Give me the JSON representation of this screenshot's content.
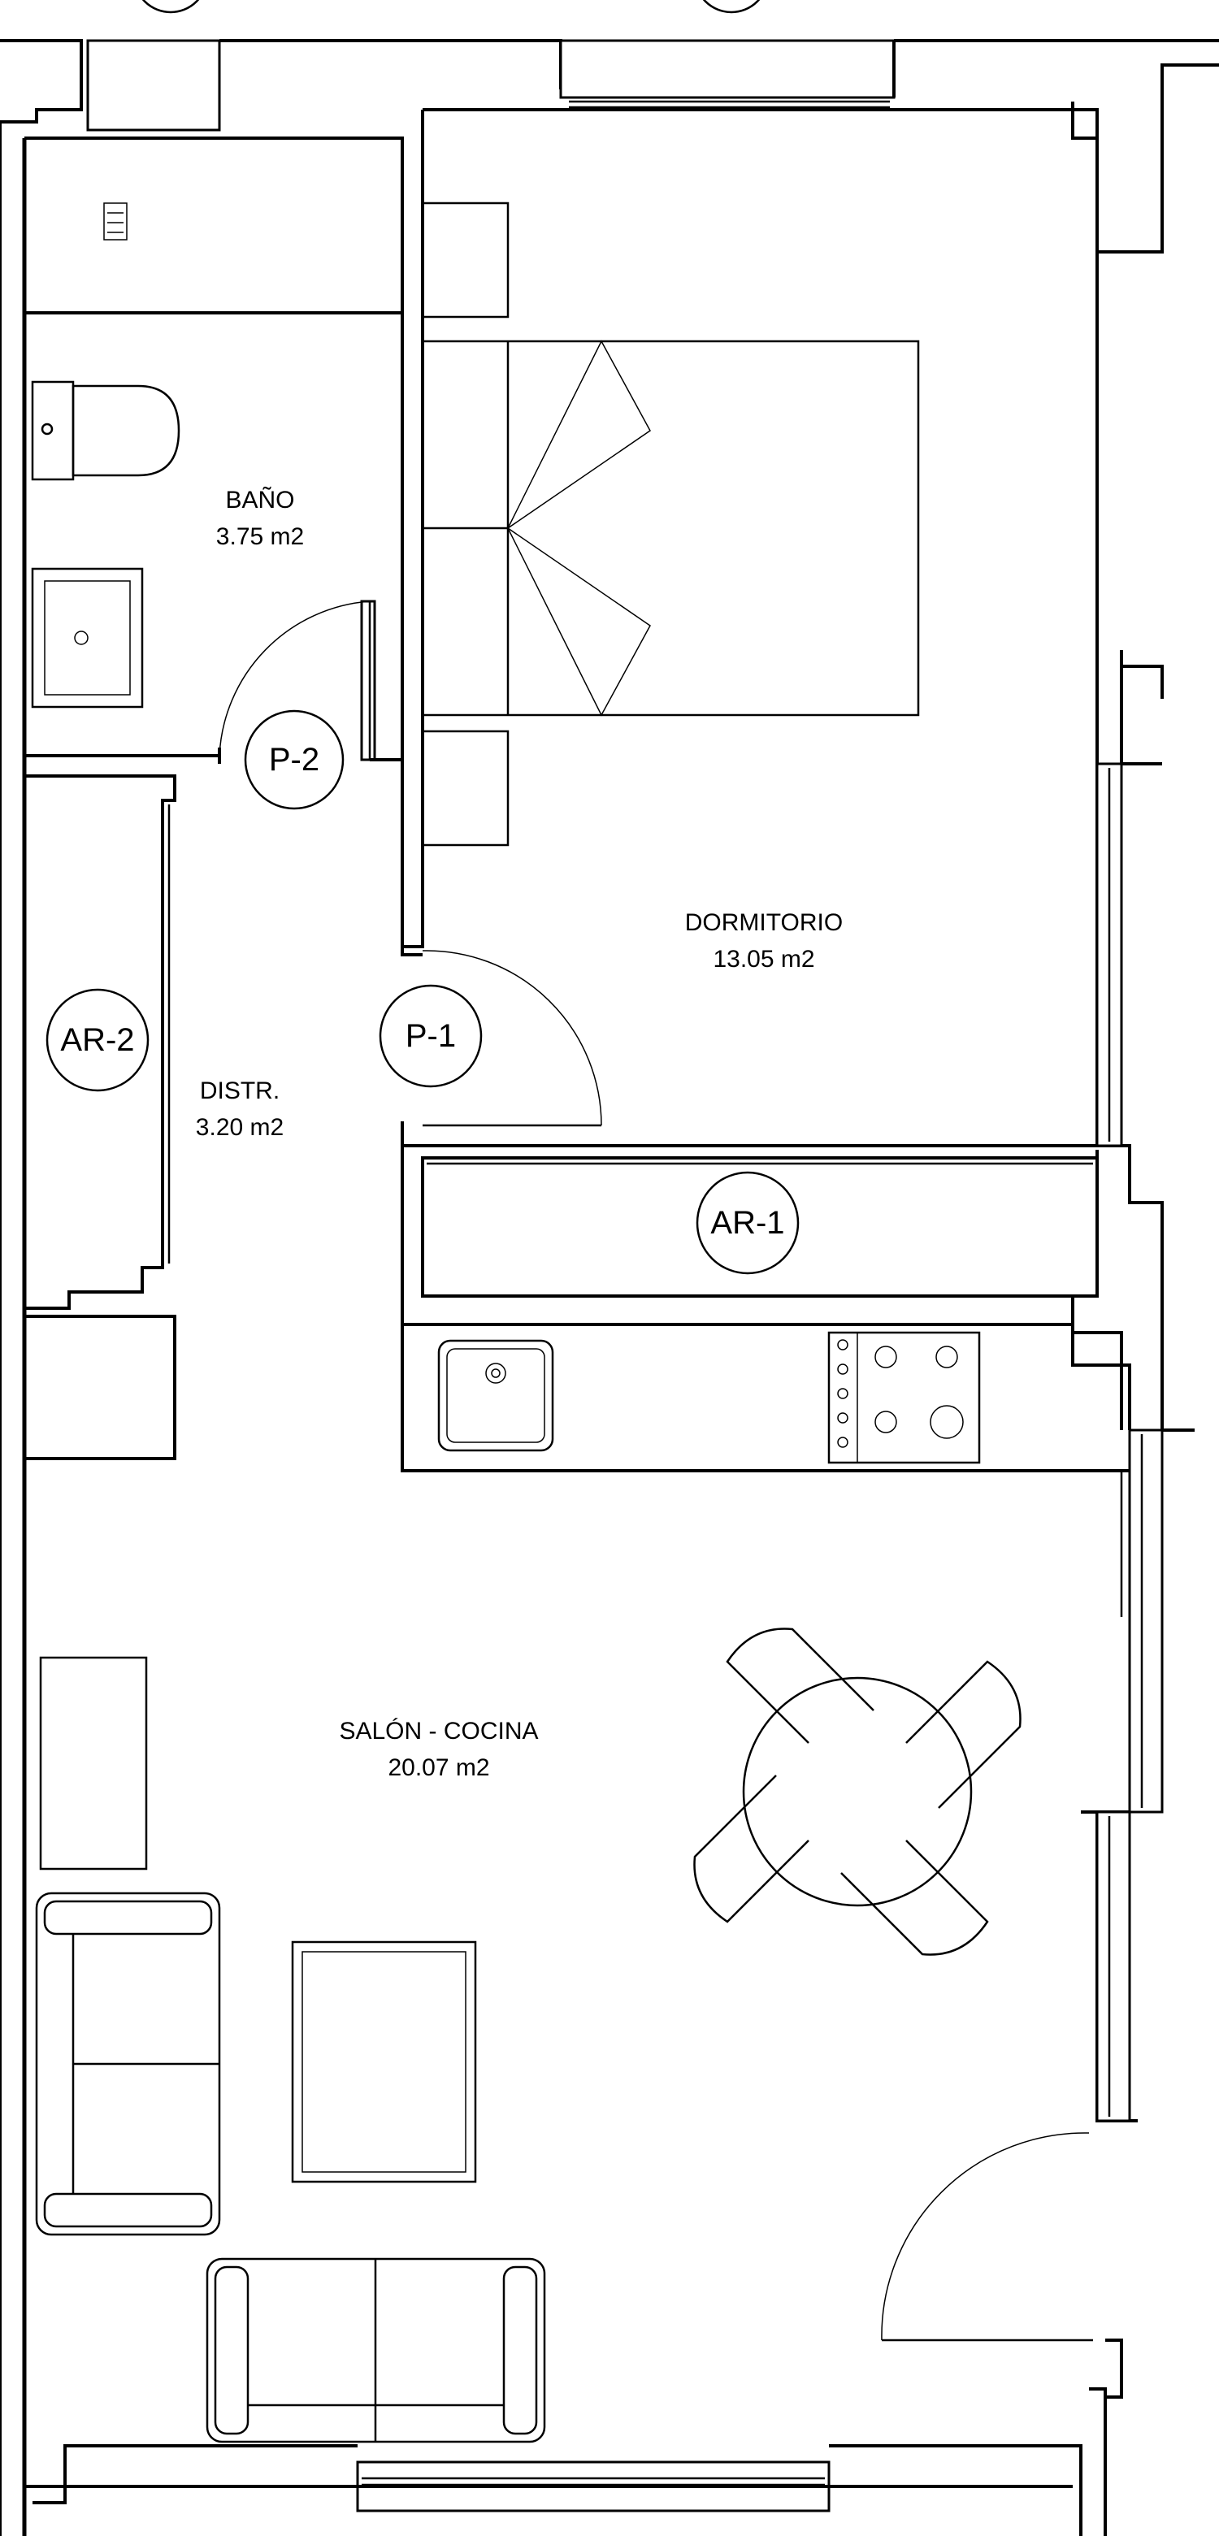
{
  "rooms": [
    {
      "name": "BAÑO",
      "area": "3.75 m2"
    },
    {
      "name": "DORMITORIO",
      "area": "13.05 m2"
    },
    {
      "name": "DISTR.",
      "area": "3.20 m2"
    },
    {
      "name": "SALÓN - COCINA",
      "area": "20.07 m2"
    }
  ],
  "tags": {
    "p1": "P-1",
    "p2": "P-2",
    "ar1": "AR-1",
    "ar2": "AR-2"
  }
}
